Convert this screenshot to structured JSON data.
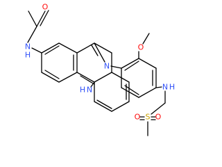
{
  "colors": {
    "bond": "#000000",
    "carbon_text": "#000000",
    "nitrogen": "#3050f8",
    "oxygen": "#ff0d0d",
    "sulfur": "#c8a000"
  },
  "labels": {
    "o_acetyl": "O",
    "n_amide": "N",
    "h_amide": "H",
    "n_acridine": "N",
    "h_acridine": "H",
    "n_imine": "N",
    "o_methoxy": "O",
    "n_sulfonamide": "N",
    "h_sulfonamide": "H",
    "s_sulfonyl": "S",
    "o_sulfonyl_left": "O",
    "o_sulfonyl_right": "O"
  }
}
